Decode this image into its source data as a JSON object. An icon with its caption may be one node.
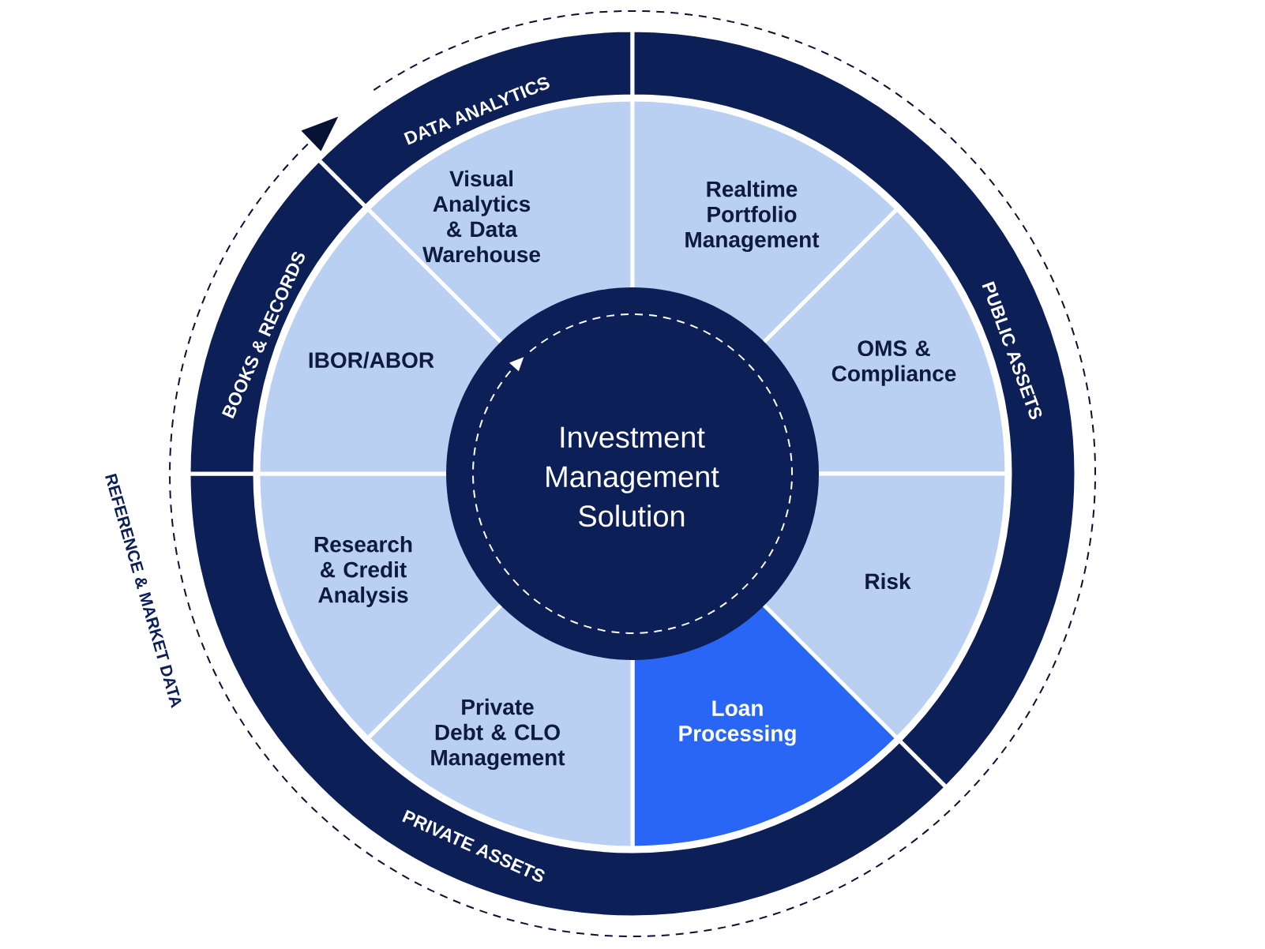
{
  "diagram": {
    "nodes": [
      {
        "text": [
          "Investment Management Solution"
        ]
      },
      {
        "text": [
          "Visual Analytics & Data Warehouse"
        ]
      },
      {
        "text": [
          "Realtime Portfolio Management"
        ]
      },
      {
        "text": [
          "OMS & Compliance"
        ]
      },
      {
        "text": [
          "Risk"
        ]
      },
      {
        "text": [
          "Loan Processing"
        ]
      },
      {
        "text": [
          "Private Debt & CLO Management"
        ]
      },
      {
        "text": [
          "Research & Credit Analysis"
        ]
      },
      {
        "text": [
          "IBOR/ABOR"
        ]
      },
      {
        "text": [
          "DATA ANALYTICS"
        ]
      },
      {
        "text": [
          "PUBLIC ASSETS"
        ]
      },
      {
        "text": [
          "PRIVATE ASSETS"
        ]
      },
      {
        "text": [
          "BOOKS & RECORDS"
        ]
      }
    ],
    "labels": [
      "REFERENCE & MARKET DATA"
    ]
  }
}
